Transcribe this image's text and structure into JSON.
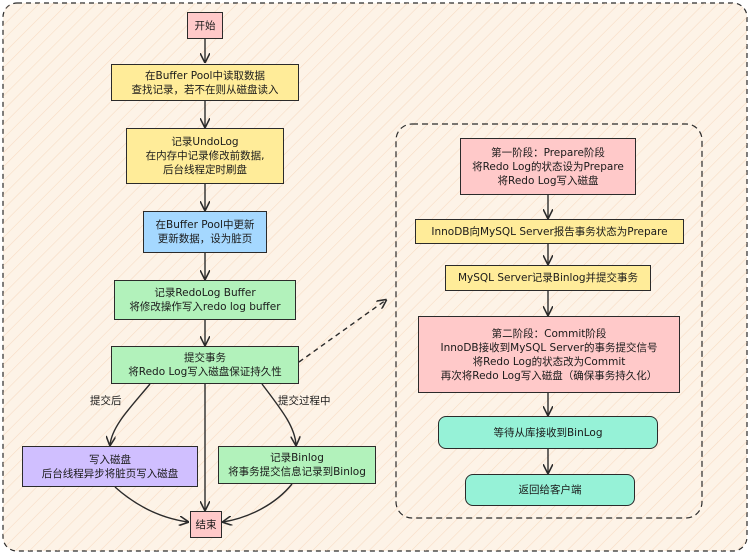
{
  "nodes": {
    "start": {
      "label": "开始",
      "color": "#ffc9c9"
    },
    "read": {
      "line1": "在Buffer Pool中读取数据",
      "line2": "查找记录，若不在则从磁盘读入",
      "color": "#ffec99"
    },
    "undolog": {
      "line1": "记录UndoLog",
      "line2": "在内存中记录修改前数据,",
      "line3": "后台线程定时刷盘",
      "color": "#ffec99"
    },
    "update": {
      "line1": "在Buffer Pool中更新",
      "line2": "更新数据，设为脏页",
      "color": "#a5d8ff"
    },
    "redobuffer": {
      "line1": "记录RedoLog Buffer",
      "line2": "将修改操作写入redo log buffer",
      "color": "#b2f2bb"
    },
    "commit": {
      "line1": "提交事务",
      "line2": "将Redo Log写入磁盘保证持久性",
      "color": "#b2f2bb"
    },
    "writedisk": {
      "line1": "写入磁盘",
      "line2": "后台线程异步将脏页写入磁盘",
      "color": "#d0bfff"
    },
    "binlog": {
      "line1": "记录Binlog",
      "line2": "将事务提交信息记录到Binlog",
      "color": "#b2f2bb"
    },
    "end": {
      "label": "结束",
      "color": "#ffc9c9"
    },
    "phase1": {
      "line1": "第一阶段：Prepare阶段",
      "line2": "将Redo Log的状态设为Prepare",
      "line3": "将Redo Log写入磁盘",
      "color": "#ffc9c9"
    },
    "innodb_report": {
      "label": "InnoDB向MySQL Server报告事务状态为Prepare",
      "color": "#ffec99"
    },
    "mysql_binlog": {
      "label": "MySQL Server记录Binlog并提交事务",
      "color": "#ffec99"
    },
    "phase2": {
      "line1": "第二阶段：Commit阶段",
      "line2": "InnoDB接收到MySQL Server的事务提交信号",
      "line3": "将Redo Log的状态改为Commit",
      "line4": "再次将Redo Log写入磁盘（确保事务持久化）",
      "color": "#ffc9c9"
    },
    "replica": {
      "label": "等待从库接收到BinLog",
      "color": "#96f2d7"
    },
    "client": {
      "label": "返回给客户端",
      "color": "#96f2d7"
    }
  },
  "edge_labels": {
    "after_commit": "提交后",
    "during_commit": "提交过程中"
  },
  "colors": {
    "background": "#fdf3e7",
    "stroke": "#2b2b2b",
    "hatch": "#f3c9a8"
  }
}
